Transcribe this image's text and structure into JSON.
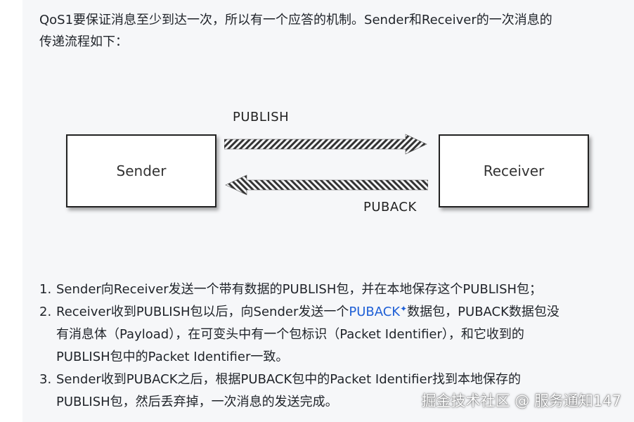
{
  "intro": {
    "line1": "QoS1要保证消息至少到达一次，所以有一个应答的机制。Sender和Receiver的一次消息的",
    "line2": "传递流程如下："
  },
  "diagram": {
    "sender_label": "Sender",
    "receiver_label": "Receiver",
    "publish_label": "PUBLISH",
    "puback_label": "PUBACK"
  },
  "steps": [
    {
      "number": "1.",
      "lines": [
        "Sender向Receiver发送一个带有数据的PUBLISH包，并在本地保存这个PUBLISH包；"
      ]
    },
    {
      "number": "2.",
      "pre": "Receiver收到PUBLISH包以后，向Sender发送一个",
      "link": "PUBACK",
      "link_mark": "✦",
      "post": "数据包，PUBACK数据包没",
      "lines": [
        "有消息体（Payload），在可变头中有一个包标识（Packet Identifier），和它收到的",
        "PUBLISH包中的Packet Identifier一致。"
      ]
    },
    {
      "number": "3.",
      "lines": [
        "Sender收到PUBACK之后，根据PUBACK包中的Packet Identifier找到本地保存的",
        "PUBLISH包，然后丢弃掉，一次消息的发送完成。"
      ]
    }
  ],
  "watermark": "掘金技术社区 @ 服务通知147",
  "colors": {
    "link": "#1e5fd6",
    "page_bg": "#f6f7f9",
    "text": "#1f2329"
  }
}
